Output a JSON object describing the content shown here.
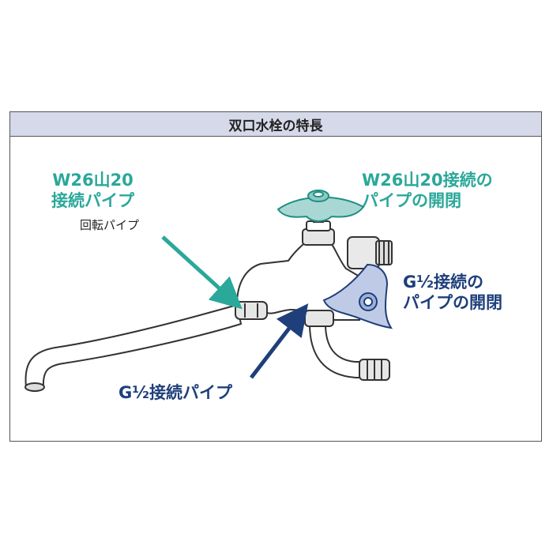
{
  "header": {
    "title": "双口水栓の特長"
  },
  "labels": {
    "w26_pipe_line1": "W26山20",
    "w26_pipe_line2": "接続パイプ",
    "rotate_pipe": "回転パイプ",
    "w26_valve_line1": "W26山20接続の",
    "w26_valve_line2": "パイプの開閉",
    "g12_valve_line1": "G½接続の",
    "g12_valve_line2": "パイプの開閉",
    "g12_pipe": "G½接続パイプ"
  },
  "colors": {
    "teal": "#2aa89a",
    "navy": "#1e3f7a",
    "header_bg": "#d6d9e9",
    "handle_fill": "#a9d8d4",
    "handle_blue_fill": "#bfcbe6"
  }
}
